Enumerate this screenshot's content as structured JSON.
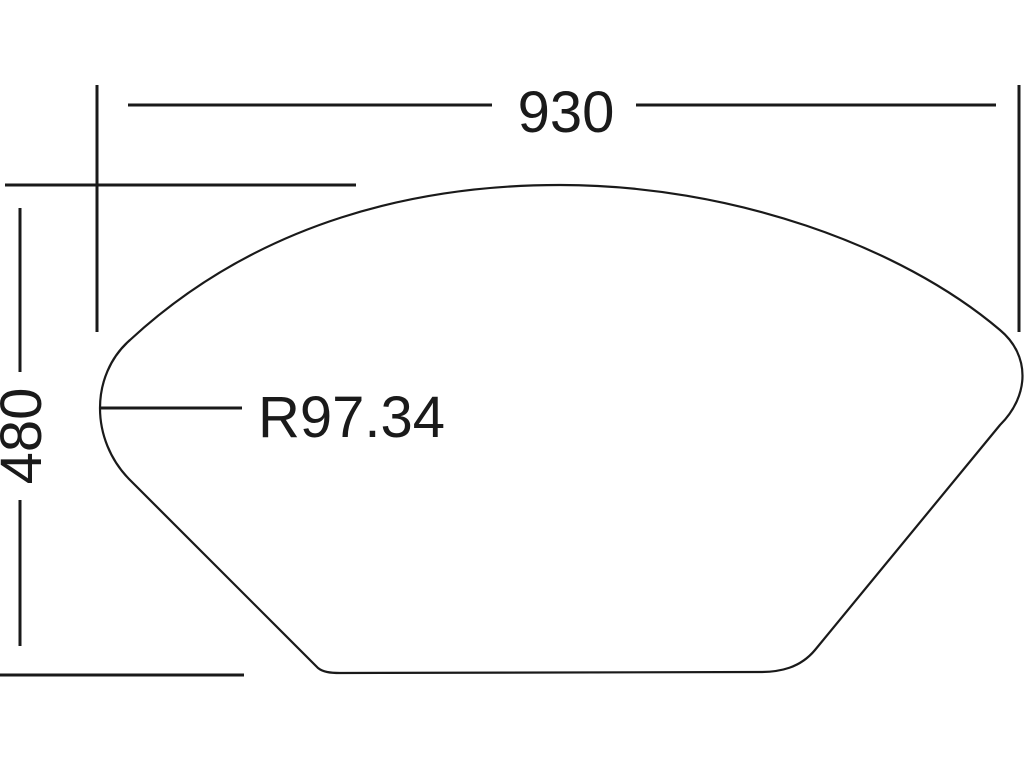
{
  "drawing": {
    "width_dimension": "930",
    "height_dimension": "480",
    "radius_dimension": "R97.34"
  },
  "colors": {
    "ink": "#1a1a1a",
    "background": "#ffffff"
  }
}
